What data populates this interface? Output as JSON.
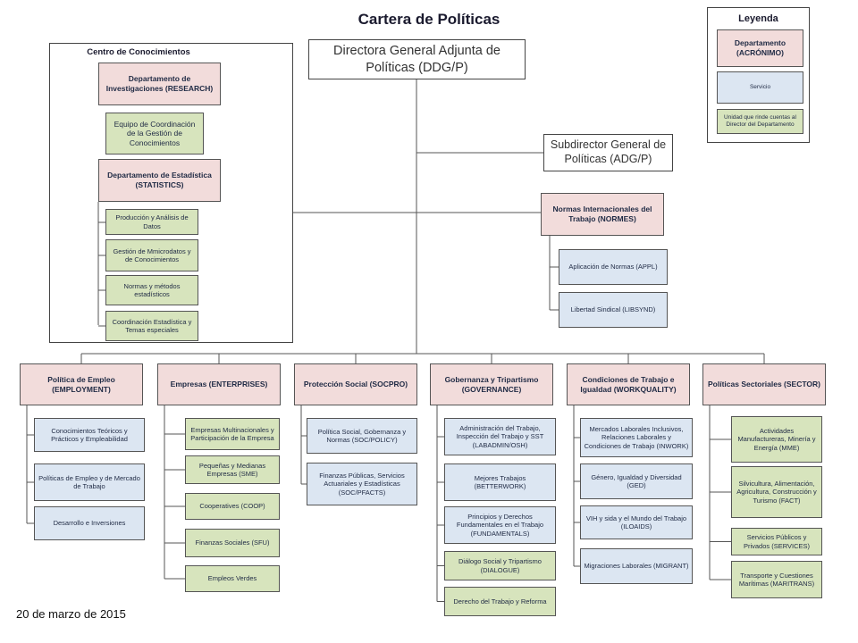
{
  "title": "Cartera de Políticas",
  "date": "20 de marzo de 2015",
  "legend": {
    "title": "Leyenda",
    "department": "Departamento (ACRÓNIMO)",
    "service": "Servicio",
    "unit": "Unidad que rinde cuentas al Director del Departamento"
  },
  "knowledge_centre": {
    "title": "Centro de Conocimientos",
    "research": "Departamento de Investigaciones (RESEARCH)",
    "coordination_team": "Equipo de Coordinación de la Gestión de Conocimientos",
    "statistics": "Departamento de Estadística (STATISTICS)",
    "stat_units": [
      "Producción y Análisis de Datos",
      "Gestión de Mmicrodatos y de Conocimientos",
      "Normas y métodos estadísticos",
      "Coordinación Estadística y Temas especiales"
    ]
  },
  "ddg": "Directora General Adjunta de Políticas (DDG/P)",
  "adg": "Subdirector General de Políticas (ADG/P)",
  "normes": {
    "label": "Normas Internacionales del Trabajo (NORMES)",
    "services": [
      "Aplicación de Normas (APPL)",
      "Libertad Sindical (LIBSYND)"
    ]
  },
  "departments": [
    {
      "label": "Política de Empleo (EMPLOYMENT)",
      "items": [
        {
          "text": "Conocimientos Teóricos y Prácticos y Empleabilidad",
          "kind": "serv"
        },
        {
          "text": "Políticas de Empleo y de Mercado de Trabajo",
          "kind": "serv"
        },
        {
          "text": "Desarrollo e Inversiones",
          "kind": "serv"
        }
      ]
    },
    {
      "label": "Empresas (ENTERPRISES)",
      "items": [
        {
          "text": "Empresas Multinacionales y Participación de la Empresa",
          "kind": "unit"
        },
        {
          "text": "Pequeñas y Medianas Empresas (SME)",
          "kind": "unit"
        },
        {
          "text": "Cooperatives (COOP)",
          "kind": "unit"
        },
        {
          "text": "Finanzas Sociales (SFU)",
          "kind": "unit"
        },
        {
          "text": "Empleos Verdes",
          "kind": "unit"
        }
      ]
    },
    {
      "label": "Protección Social (SOCPRO)",
      "items": [
        {
          "text": "Política Social, Gobernanza y Normas (SOC/POLICY)",
          "kind": "serv"
        },
        {
          "text": "Finanzas Públicas, Servicios Actuariales y Estadísticas (SOC/PFACTS)",
          "kind": "serv"
        }
      ]
    },
    {
      "label": "Gobernanza y Tripartismo (GOVERNANCE)",
      "items": [
        {
          "text": "Administración del Trabajo, Inspección del Trabajo y SST (LABADMIN/OSH)",
          "kind": "serv"
        },
        {
          "text": "Mejores Trabajos (BETTERWORK)",
          "kind": "serv"
        },
        {
          "text": "Principios y Derechos Fundamentales en el Trabajo (FUNDAMENTALS)",
          "kind": "serv"
        },
        {
          "text": "Diálogo Social y Tripartismo (DIALOGUE)",
          "kind": "unit"
        },
        {
          "text": "Derecho del Trabajo y Reforma",
          "kind": "unit"
        }
      ]
    },
    {
      "label": "Condiciones de Trabajo e Igualdad (WORKQUALITY)",
      "items": [
        {
          "text": "Mercados Laborales Inclusivos, Relaciones Laborales y Condiciones de Trabajo (INWORK)",
          "kind": "serv"
        },
        {
          "text": "Género, Igualdad y Diversidad (GED)",
          "kind": "serv"
        },
        {
          "text": "VIH y sida y el Mundo del Trabajo (ILOAIDS)",
          "kind": "serv"
        },
        {
          "text": "Migraciones Laborales (MIGRANT)",
          "kind": "serv"
        }
      ]
    },
    {
      "label": "Políticas Sectoriales (SECTOR)",
      "items": [
        {
          "text": "Actividades Manufactureras, Minería y Energía (MME)",
          "kind": "unit"
        },
        {
          "text": "Silvicultura, Alimentación, Agricultura, Construcción y Turismo (FACT)",
          "kind": "unit"
        },
        {
          "text": "Servicios Públicos y Privados (SERVICES)",
          "kind": "unit"
        },
        {
          "text": "Transporte y Cuestiones Marítimas (MARITRANS)",
          "kind": "unit"
        }
      ]
    }
  ]
}
